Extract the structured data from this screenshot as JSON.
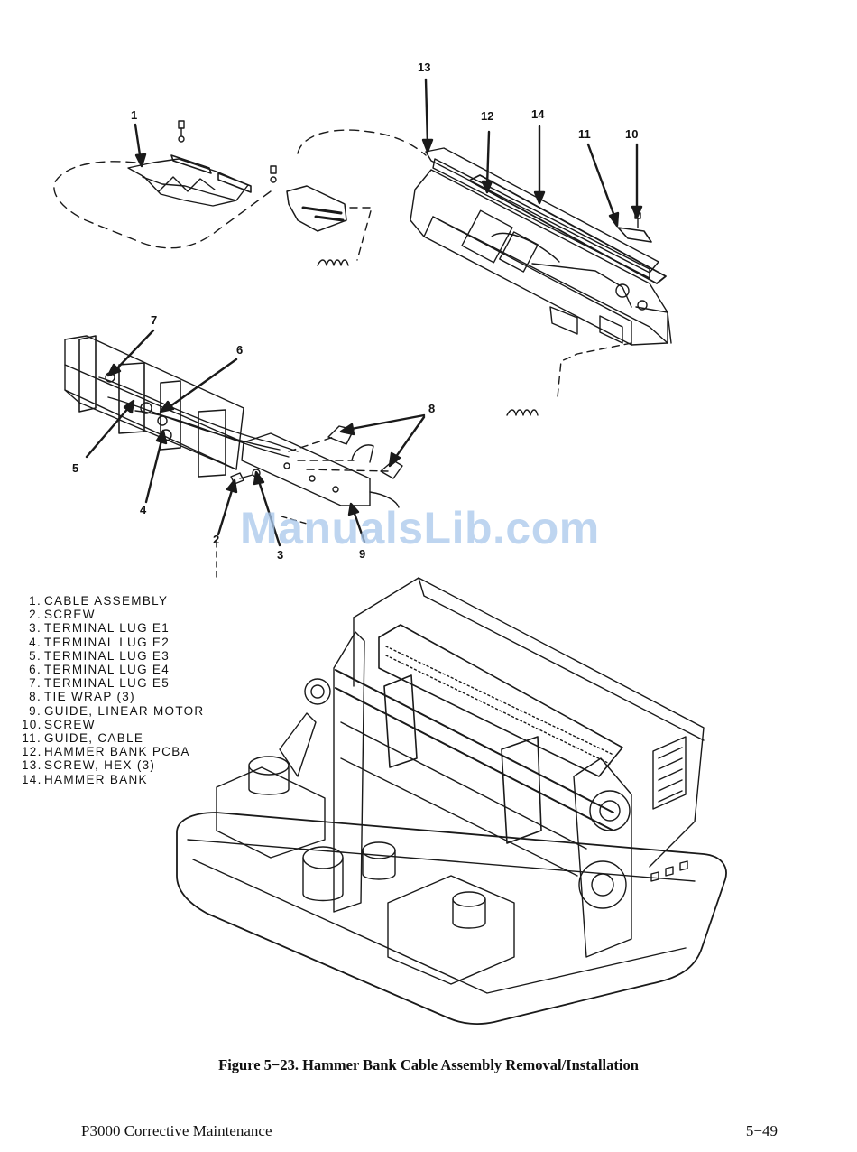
{
  "callouts": {
    "c1": "1",
    "c2": "2",
    "c3": "3",
    "c4": "4",
    "c5": "5",
    "c6": "6",
    "c7": "7",
    "c8": "8",
    "c9": "9",
    "c10": "10",
    "c11": "11",
    "c12": "12",
    "c13": "13",
    "c14": "14"
  },
  "legend": [
    {
      "num": "1.",
      "text": "CABLE ASSEMBLY"
    },
    {
      "num": "2.",
      "text": "SCREW"
    },
    {
      "num": "3.",
      "text": "TERMINAL LUG E1"
    },
    {
      "num": "4.",
      "text": "TERMINAL LUG E2"
    },
    {
      "num": "5.",
      "text": "TERMINAL LUG E3"
    },
    {
      "num": "6.",
      "text": "TERMINAL LUG E4"
    },
    {
      "num": "7.",
      "text": "TERMINAL LUG E5"
    },
    {
      "num": "8.",
      "text": "TIE WRAP (3)"
    },
    {
      "num": "9.",
      "text": "GUIDE, LINEAR MOTOR"
    },
    {
      "num": "10.",
      "text": "SCREW"
    },
    {
      "num": "11.",
      "text": "GUIDE, CABLE"
    },
    {
      "num": "12.",
      "text": "HAMMER BANK PCBA"
    },
    {
      "num": "13.",
      "text": "SCREW, HEX (3)"
    },
    {
      "num": "14.",
      "text": "HAMMER BANK"
    }
  ],
  "watermark": "ManualsLib.com",
  "caption": "Figure 5−23. Hammer Bank Cable Assembly Removal/Installation",
  "footer": {
    "left": "P3000 Corrective Maintenance",
    "right": "5−49"
  }
}
